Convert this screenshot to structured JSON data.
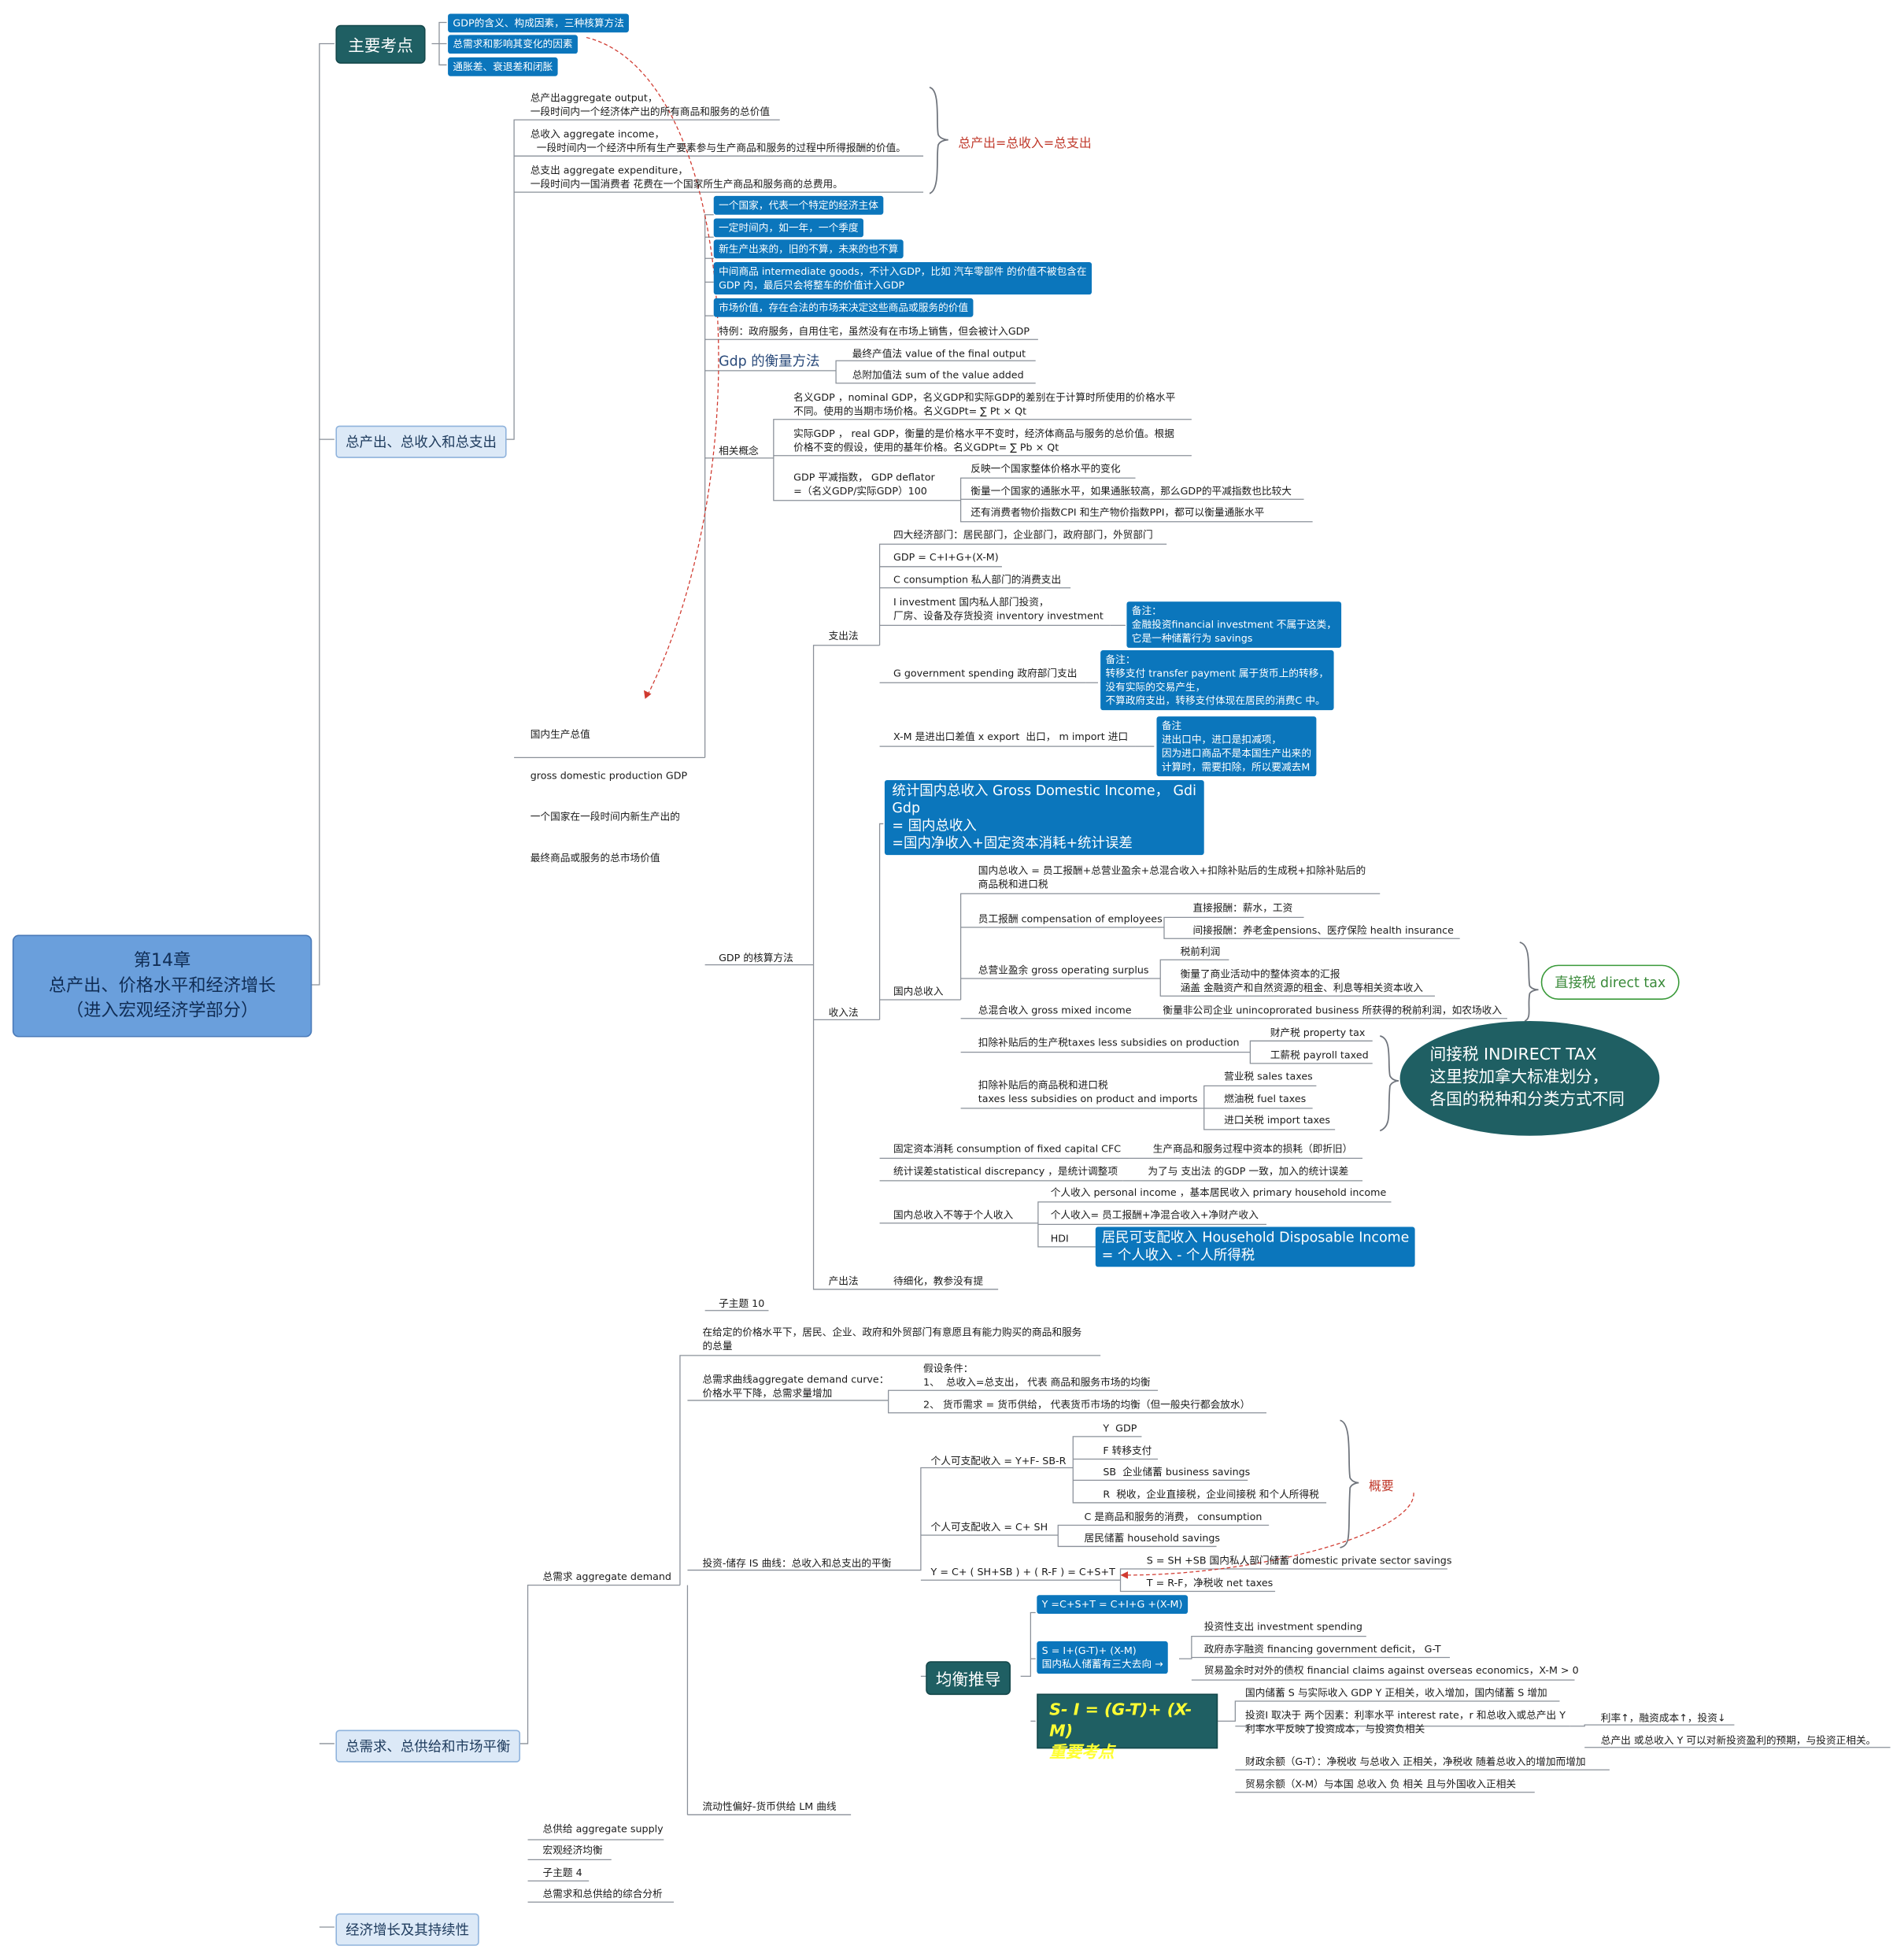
{
  "root": {
    "line1": "第14章",
    "line2": "总产出、价格水平和经济增长",
    "line3": "（进入宏观经济学部分）"
  },
  "main_topics": {
    "key_points": "主要考点",
    "output_income_expenditure": "总产出、总收入和总支出",
    "ad_as_market": "总需求、总供给和市场平衡",
    "growth": "经济增长及其持续性"
  },
  "key_points_items": [
    "GDP的含义、构成因素，三种核算方法",
    "总需求和影响其变化的因素",
    "通胀差、衰退差和闭胀"
  ],
  "definitions": {
    "output": [
      "总产出aggregate output，",
      "一段时间内一个经济体产出的所有商品和服务的总价值"
    ],
    "income": [
      "总收入 aggregate income，",
      "  一段时间内一个经济中所有生产要素参与生产商品和服务的过程中所得报酬的价值。"
    ],
    "expenditure": [
      "总支出 aggregate expenditure，",
      "一段时间内一国消费者 花费在一个国家所生产商品和服务商的总费用。"
    ],
    "equality": "总产出=总收入=总支出"
  },
  "gdp": {
    "label": [
      "国内生产总值",
      "gross domestic production GDP",
      "一个国家在一段时间内新生产出的",
      "最终商品或服务的总市场价值"
    ],
    "features": [
      "一个国家，代表一个特定的经济主体",
      "一定时间内，如一年，一个季度",
      "新生产出来的，旧的不算，未来的也不算",
      "中间商品 intermediate goods，不计入GDP，比如 汽车零部件 的价值不被包含在\nGDP 内，最后只会将整车的价值计入GDP",
      "市场价值，存在合法的市场来决定这些商品或服务的价值"
    ],
    "special": "特例：政府服务，自用住宅，虽然没有在市场上销售，但会被计入GDP",
    "measure_label": "Gdp 的衡量方法",
    "measures": [
      "最终产值法 value of the final output",
      "总附加值法 sum of the value added"
    ],
    "concepts_label": "相关概念",
    "nominal": [
      "名义GDP ，nominal GDP，名义GDP和实际GDP的差别在于计算时所使用的价格水平",
      "不同。使用的当期市场价格。名义GDPt= ∑ Pt × Qt"
    ],
    "real": [
      "实际GDP ， real GDP，衡量的是价格水平不变时，经济体商品与服务的总价值。根据",
      "价格不变的假设，使用的基年价格。名义GDPt= ∑ Pb × Qt"
    ],
    "deflator": [
      "GDP 平减指数， GDP deflator",
      "=（名义GDP/实际GDP）100"
    ],
    "deflator_notes": [
      "反映一个国家整体价格水平的变化",
      "衡量一个国家的通胀水平，如果通胀较高，那么GDP的平减指数也比较大",
      "还有消费者物价指数CPI 和生产物价指数PPI，都可以衡量通胀水平"
    ],
    "accounting_label": "GDP 的核算方法",
    "subtopic10": "子主题 10"
  },
  "expenditure_method": {
    "label": "支出法",
    "sectors": "四大经济部门：居民部门，企业部门，政府部门，外贸部门",
    "formula": "GDP = C+I+G+(X-M)",
    "c": "C consumption 私人部门的消费支出",
    "i": [
      "I investment 国内私人部门投资，",
      "厂房、设备及存货投资 inventory investment"
    ],
    "i_note": "备注：\n金融投资financial investment 不属于这类，\n它是一种储蓄行为 savings",
    "g": "G government spending 政府部门支出",
    "g_note": "备注：\n转移支付 transfer payment 属于货币上的转移，\n没有实际的交易产生，\n不算政府支出，转移支付体现在居民的消费C 中。",
    "xm": "X-M 是进出口差值 x export  出口， m import 进口",
    "xm_note": "备注\n进出口中，进口是扣减项，\n因为进口商品不是本国生产出来的\n计算时，需要扣除，所以要减去M"
  },
  "income_method": {
    "label": "收入法",
    "gdi": "统计国内总收入 Gross Domestic Income， Gdi\nGdp\n= 国内总收入\n=国内净收入+固定资本消耗+统计误差",
    "domestic_income": "国内总收入",
    "formula": [
      "国内总收入 = 员工报酬+总营业盈余+总混合收入+扣除补贴后的生成税+扣除补贴后的",
      "商品税和进口税"
    ],
    "comp": "员工报酬 compensation of employees",
    "comp_items": [
      "直接报酬：薪水，工资",
      "间接报酬：养老金pensions、医疗保险 health insurance"
    ],
    "gos": "总营业盈余 gross operating surplus",
    "gos_items": [
      "税前利润",
      "衡量了商业活动中的整体资本的汇报\n涵盖 金融资产和自然资源的租金、利息等相关资本收入"
    ],
    "gmi": "总混合收入 gross mixed income",
    "gmi_item": "衡量非公司企业 unincoprorated business 所获得的税前利润，如农场收入",
    "tlsp": "扣除补贴后的生产税taxes less subsidies on production",
    "tlsp_items": [
      "财产税 property tax",
      "工薪税 payroll taxed"
    ],
    "tlspi": [
      "扣除补贴后的商品税和进口税",
      "taxes less subsidies on product and imports"
    ],
    "tlspi_items": [
      "营业税 sales taxes",
      "燃油税 fuel taxes",
      "进口关税 import taxes"
    ],
    "direct_tax": "直接税 direct tax",
    "indirect_tax": [
      "间接税 INDIRECT TAX",
      "这里按加拿大标准划分，",
      "各国的税种和分类方式不同"
    ],
    "cfc": "固定资本消耗 consumption of fixed capital CFC",
    "cfc_note": "生产商品和服务过程中资本的损耗（即折旧）",
    "sd": "统计误差statistical discrepancy ，是统计调整项",
    "sd_note": "为了与 支出法 的GDP 一致，加入的统计误差",
    "not_equal": "国内总收入不等于个人收入",
    "pi": "个人收入 personal income ，基本居民收入 primary household income",
    "pi_formula": "个人收入= 员工报酬+净混合收入+净财产收入",
    "hdi_label": "HDI",
    "hdi": "居民可支配收入 Household Disposable Income\n= 个人收入 - 个人所得税"
  },
  "production_method": {
    "label": "产出法",
    "note": "待细化，教参没有提"
  },
  "ad": {
    "label": "总需求 aggregate demand",
    "def": [
      "在给定的价格水平下，居民、企业、政府和外贸部门有意愿且有能力购买的商品和服务",
      "的总量"
    ],
    "curve": [
      "总需求曲线aggregate demand curve：",
      "价格水平下降，总需求量增加"
    ],
    "assumptions": [
      "假设条件：",
      "1、  总收入=总支出， 代表 商品和服务市场的均衡"
    ],
    "assumption2": "2、 货币需求 = 货币供给， 代表货币市场的均衡（但一般央行都会放水）",
    "is_label": "投资-储存 IS 曲线：总收入和总支出的平衡",
    "lm_label": "流动性偏好-货币供给 LM 曲线",
    "pdi1": "个人可支配收入 = Y+F- SB-R",
    "pdi1_items": [
      "Y  GDP",
      "F 转移支付",
      "SB  企业储蓄 business savings",
      "R  税收，企业直接税，企业间接税 和个人所得税"
    ],
    "pdi2": "个人可支配收入 = C+ SH",
    "pdi2_items": [
      "C 是商品和服务的消费， consumption",
      "居民储蓄 household savings"
    ],
    "summary": "概要",
    "y_eq": "Y = C+ ( SH+SB ) + ( R-F ) = C+S+T",
    "y_eq_items": [
      "S = SH +SB 国内私人部门储蓄 domestic private sector savings",
      "T = R-F，净税收 net taxes"
    ],
    "equilibrium": "均衡推导",
    "eq1": "Y =C+S+T = C+I+G +(X-M)",
    "eq2": "S = I+(G-T)+ (X-M)\n国内私人储蓄有三大去向 →",
    "eq2_items": [
      "投资性支出 investment spending",
      "政府赤字融资 financing government deficit， G-T",
      "贸易盈余时对外的债权 financial claims against overseas economics，X-M > 0"
    ],
    "important": [
      "S- I = (G-T)+ (X-M)",
      "重要考点"
    ],
    "important_items": [
      "国内储蓄 S 与实际收入 GDP Y 正相关，收入增加，国内储蓄 S 增加",
      "投资I 取决于 两个因素：利率水平 interest rate，r 和总收入或总产出 Y\n利率水平反映了投资成本，与投资负相关",
      "财政余额（G-T）：净税收 与总收入 正相关，净税收 随着总收入的增加而增加",
      "贸易余额（X-M）与本国 总收入 负 相关 且与外国收入正相关"
    ],
    "interest_items": [
      "利率↑，融资成本↑，投资↓",
      "总产出 或总收入 Y 可以对新投资盈利的预期，与投资正相关。"
    ]
  },
  "as_items": [
    "总供给 aggregate supply",
    "宏观经济均衡",
    "子主题 4",
    "总需求和总供给的综合分析"
  ]
}
